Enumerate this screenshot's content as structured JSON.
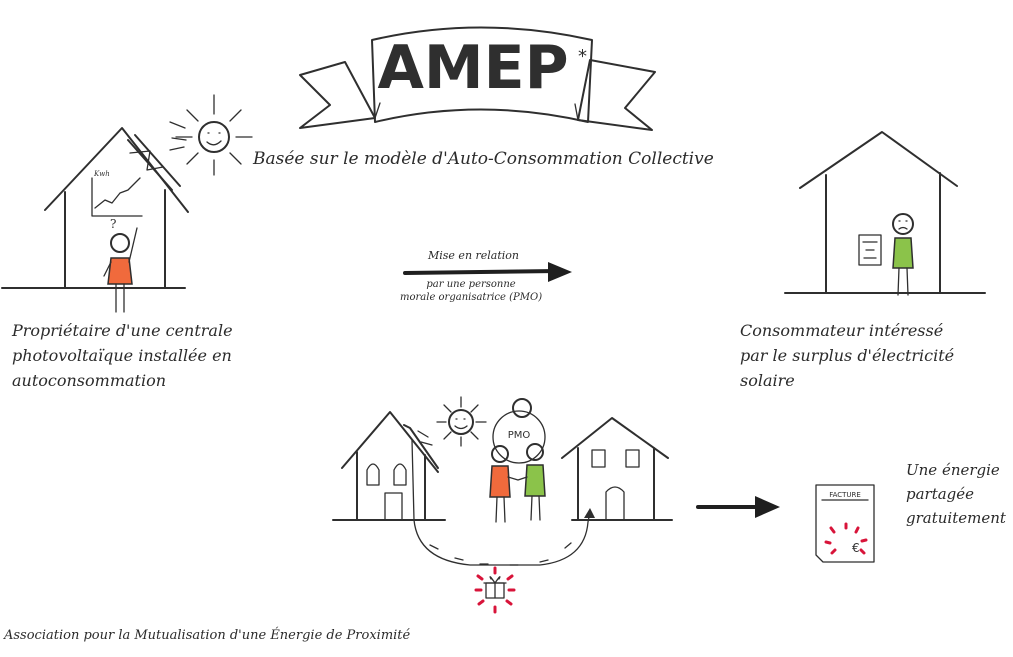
{
  "banner": {
    "title": "AMEP",
    "asterisk": "*"
  },
  "subtitle": "Basée sur le modèle d'Auto-Consommation Collective",
  "producer": {
    "description": "Propriétaire d'une centrale\nphotovoltaïque installée en\nautoconsommation",
    "chart_label": "Kwh"
  },
  "consumer": {
    "description": "Consommateur intéressé\npar le surplus d'électricité\nsolaire"
  },
  "relation": {
    "arrow_label_top": "Mise en relation",
    "arrow_label_bottom": "par une personne\nmorale organisatrice (PMO)"
  },
  "pmo_label": "PMO",
  "invoice": {
    "title": "FACTURE",
    "currency": "€"
  },
  "energy_shared": "Une énergie\npartagée\ngratuitement",
  "footer": "Association pour la Mutualisation d'une Énergie de Proximité",
  "colors": {
    "ink": "#2f2f2f",
    "orange": "#f06a3c",
    "green": "#8bc34a",
    "red": "#d8143a"
  }
}
